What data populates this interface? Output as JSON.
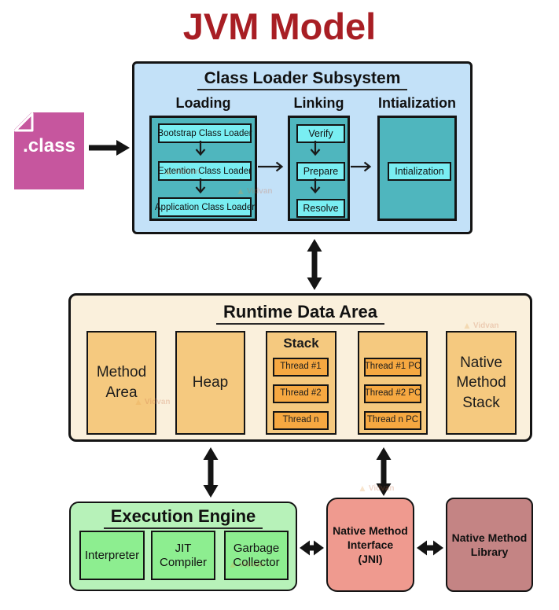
{
  "title": "JVM Model",
  "watermark": {
    "text": "Vidvan"
  },
  "class_file": {
    "label": ".class"
  },
  "class_loader": {
    "title": "Class Loader Subsystem",
    "columns": [
      {
        "header": "Loading",
        "items": [
          "Bootstrap Class Loader",
          "Extention Class Loader",
          "Application Class Loader"
        ]
      },
      {
        "header": "Linking",
        "items": [
          "Verify",
          "Prepare",
          "Resolve"
        ]
      },
      {
        "header": "Intialization",
        "items": [
          "Intialization"
        ]
      }
    ]
  },
  "runtime_data_area": {
    "title": "Runtime Data Area",
    "method_area": "Method Area",
    "heap": "Heap",
    "stack": {
      "header": "Stack",
      "threads": [
        "Thread #1",
        "Thread #2",
        "Thread n"
      ]
    },
    "pc_registers": {
      "threads": [
        "Thread #1 PC",
        "Thread #2 PC",
        "Thread n PC"
      ]
    },
    "native_method_stack": "Native Method Stack"
  },
  "execution_engine": {
    "title": "Execution Engine",
    "items": [
      "Interpreter",
      "JIT Compiler",
      "Garbage Collector"
    ]
  },
  "native_method_interface": {
    "lines": [
      "Native Method",
      "Interface",
      "(JNI)"
    ]
  },
  "native_method_library": {
    "lines": [
      "Native Method",
      "Library"
    ]
  },
  "colors": {
    "title_red": "#a81e24",
    "subsystem_bg": "#c3e1f8",
    "teal": "#4fb6be",
    "cyan": "#79eef2",
    "class_file_pink": "#c6569e",
    "runtime_bg": "#faf0dc",
    "column_orange": "#f5c97f",
    "thread_orange": "#f6a841",
    "engine_bg": "#b7f2b9",
    "engine_item_green": "#8dee90",
    "jni_salmon": "#ef9a8f",
    "library_mauve": "#c48484"
  }
}
